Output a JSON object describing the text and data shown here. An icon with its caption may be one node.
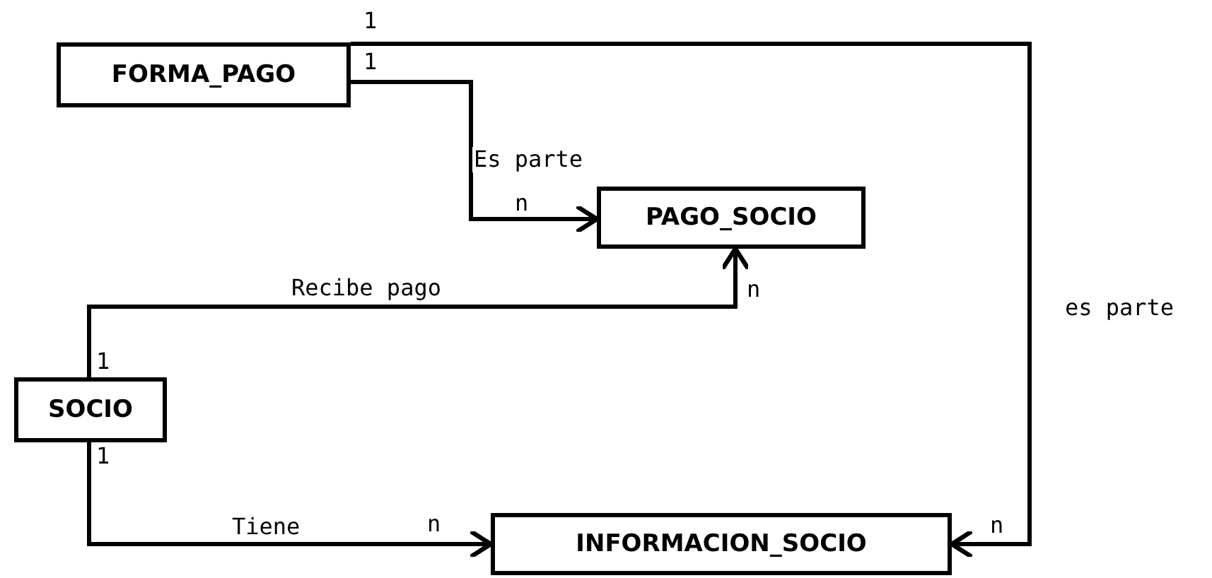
{
  "diagram": {
    "nodes": [
      {
        "text": [
          "FORMA_PAGO"
        ]
      },
      {
        "text": [
          "PAGO_SOCIO"
        ]
      },
      {
        "text": [
          "SOCIO"
        ]
      },
      {
        "text": [
          "INFORMACION_SOCIO"
        ]
      }
    ],
    "edges": [
      {
        "from": 0,
        "to": 1,
        "arrow": "to",
        "label": "Es parte"
      },
      {
        "from": 2,
        "to": 1,
        "arrow": "to",
        "label": "Recibe pago"
      },
      {
        "from": 2,
        "to": 3,
        "arrow": "to",
        "label": "Tiene"
      },
      {
        "from": 0,
        "to": 3,
        "arrow": "to",
        "label": "es parte"
      }
    ],
    "labels": [
      "1",
      "1",
      "n",
      "n",
      "1",
      "1",
      "n",
      "n"
    ]
  }
}
